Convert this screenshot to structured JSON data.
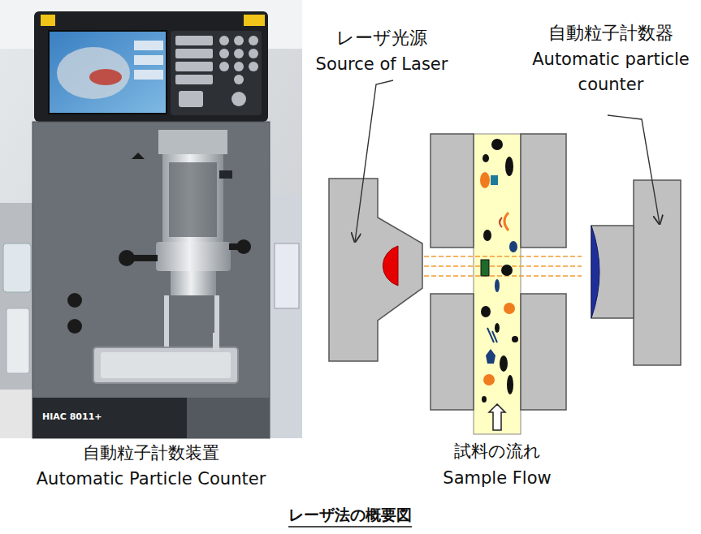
{
  "diagram": {
    "caption": "レーザ法の概要図",
    "labels": [
      "レーザ光源",
      "Source of Laser",
      "自動粒子計数器",
      "Automatic particle counter",
      "自動粒子計数装置",
      "Automatic Particle Counter",
      "試料の流れ",
      "Sample Flow",
      "HIAC 8011+"
    ]
  }
}
